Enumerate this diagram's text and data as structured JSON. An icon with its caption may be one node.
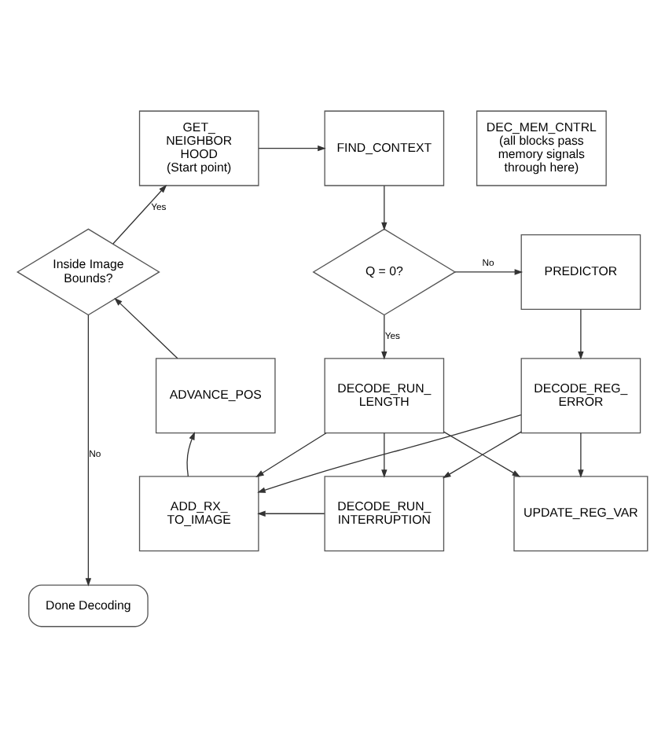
{
  "diagram": {
    "nodes": [
      {
        "text": [
          "GET_ NEIGHBOR HOOD",
          "(Start point)"
        ]
      },
      {
        "text": [
          "FIND_CONTEXT"
        ]
      },
      {
        "text": [
          "DEC_MEM_CNTRL",
          "(all blocks pass memory signals through here)"
        ]
      },
      {
        "text": [
          "Inside Image Bounds?"
        ]
      },
      {
        "text": [
          "Q = 0?"
        ]
      },
      {
        "text": [
          "PREDICTOR"
        ]
      },
      {
        "text": [
          "ADVANCE_POS"
        ]
      },
      {
        "text": [
          "DECODE_RUN_ LENGTH"
        ]
      },
      {
        "text": [
          "DECODE_REG_ ERROR"
        ]
      },
      {
        "text": [
          "ADD_RX_ TO_IMAGE"
        ]
      },
      {
        "text": [
          "DECODE_RUN_ INTERRUPTION"
        ]
      },
      {
        "text": [
          "UPDATE_REG_VAR"
        ]
      },
      {
        "text": [
          "Done Decoding"
        ]
      }
    ],
    "edges": [
      {
        "from": 0,
        "to": 1,
        "arrow": "to"
      },
      {
        "from": 1,
        "to": 4,
        "arrow": "to"
      },
      {
        "from": 4,
        "to": 5,
        "arrow": "to",
        "label": "No"
      },
      {
        "from": 4,
        "to": 7,
        "arrow": "to",
        "label": "Yes"
      },
      {
        "from": 5,
        "to": 8,
        "arrow": "to"
      },
      {
        "from": 3,
        "to": 0,
        "arrow": "to",
        "label": "Yes"
      },
      {
        "from": 6,
        "to": 3,
        "arrow": "to"
      },
      {
        "from": 9,
        "to": 6,
        "arrow": "to"
      },
      {
        "from": 7,
        "to": 9,
        "arrow": "to"
      },
      {
        "from": 8,
        "to": 9,
        "arrow": "to"
      },
      {
        "from": 7,
        "to": 10,
        "arrow": "to"
      },
      {
        "from": 8,
        "to": 10,
        "arrow": "to"
      },
      {
        "from": 7,
        "to": 11,
        "arrow": "to"
      },
      {
        "from": 8,
        "to": 11,
        "arrow": "to"
      },
      {
        "from": 10,
        "to": 9,
        "arrow": "to"
      },
      {
        "from": 3,
        "to": 12,
        "arrow": "to",
        "label": "No"
      }
    ]
  }
}
